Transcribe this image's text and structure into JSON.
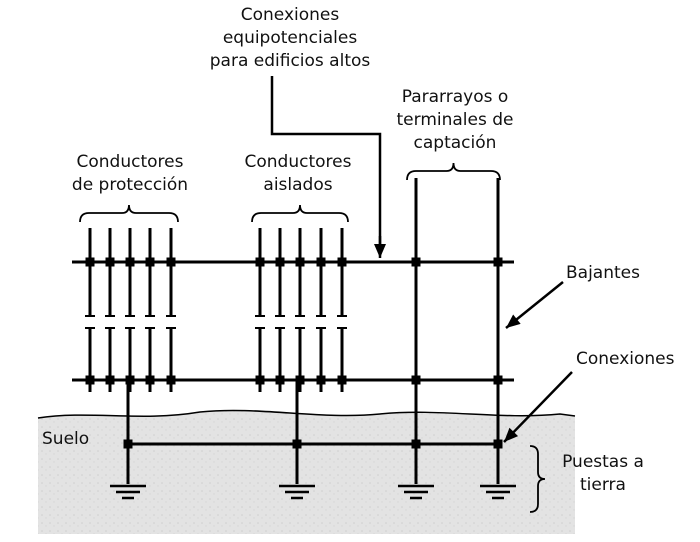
{
  "labels": {
    "equipotential": [
      "Conexiones",
      "equipotenciales",
      "para edificios altos"
    ],
    "lightning_rods": [
      "Pararrayos o",
      "terminales de",
      "captación"
    ],
    "protection_conductors": [
      "Conductores",
      "de protección"
    ],
    "insulated_conductors": [
      "Conductores",
      "aislados"
    ],
    "downconductors": "Bajantes",
    "connections": "Conexiones",
    "soil": "Suelo",
    "grounding": [
      "Puestas a",
      "tierra"
    ]
  },
  "colors": {
    "line": "#000000",
    "soil_fill": "#e3e3e3",
    "soil_texture": "#cfcfcf"
  }
}
